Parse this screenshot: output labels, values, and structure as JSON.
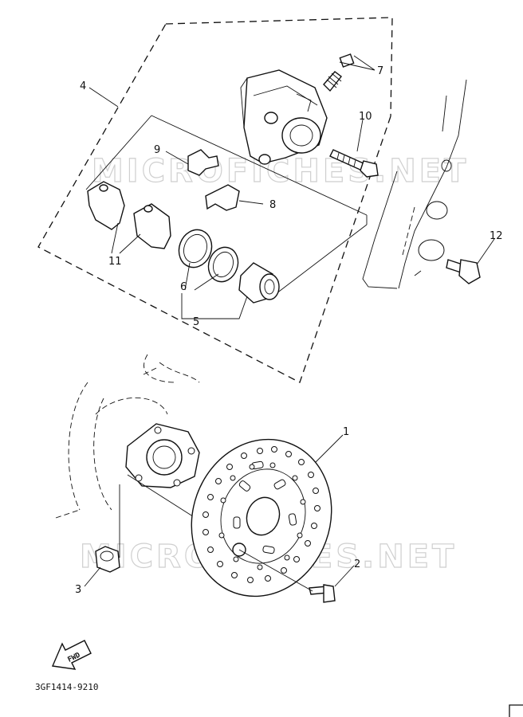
{
  "watermark": "MICROFICHES.NET",
  "diagram_code": "3GF1414-9210",
  "fwd_label": "FWD",
  "callouts": {
    "c1": "1",
    "c2": "2",
    "c3": "3",
    "c4": "4",
    "c5": "5",
    "c6": "6",
    "c7": "7",
    "c8": "8",
    "c9": "9",
    "c10": "10",
    "c11": "11",
    "c12": "12"
  }
}
